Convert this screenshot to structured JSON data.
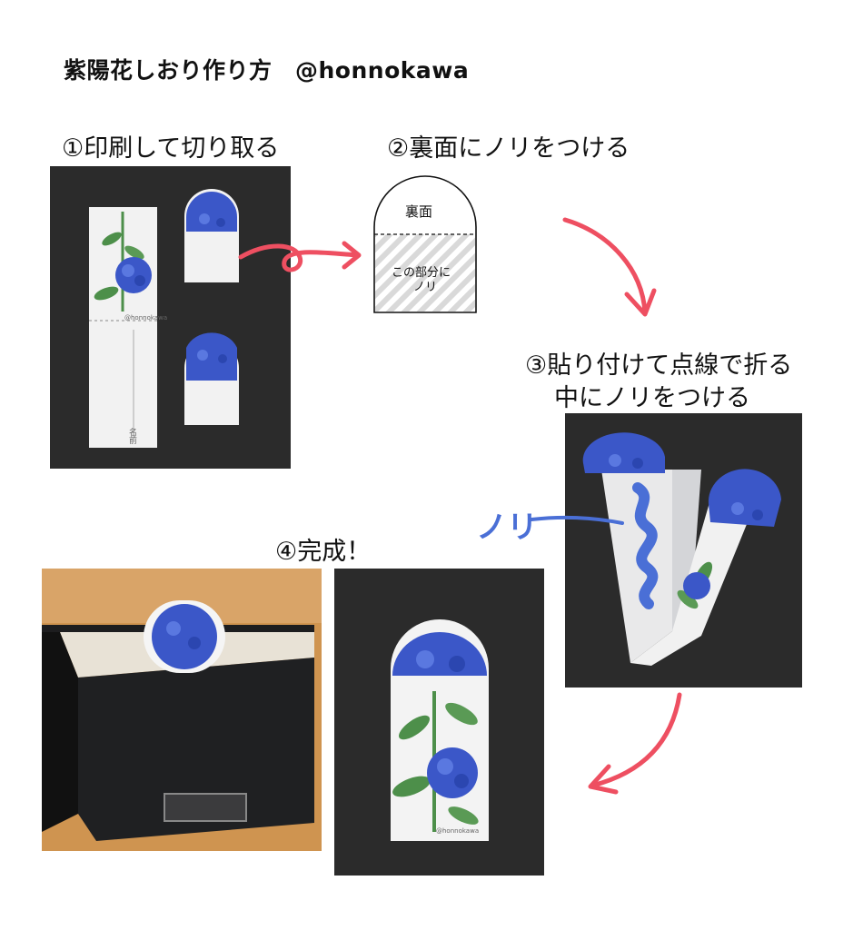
{
  "header": {
    "title": "紫陽花しおり作り方　@honnokawa"
  },
  "steps": {
    "s1": "①印刷して切り取る",
    "s2": "②裏面にノリをつける",
    "s3_line1": "③貼り付けて点線で折る",
    "s3_line2": "中にノリをつける",
    "s4": "④完成！"
  },
  "diagram": {
    "back_label": "裏面",
    "glue_line1": "この部分に",
    "glue_line2": "ノリ"
  },
  "annotation": {
    "glue": "ノリ"
  },
  "photo1": {
    "watermark": "@honnokawa",
    "name_label": "名前"
  },
  "photo4": {
    "watermark": "@honnokawa"
  },
  "colors": {
    "arrow": "#ee4f61",
    "glue_blue": "#4a6fd6",
    "flower": "#3b57c8",
    "leaf": "#4d8f4a"
  }
}
